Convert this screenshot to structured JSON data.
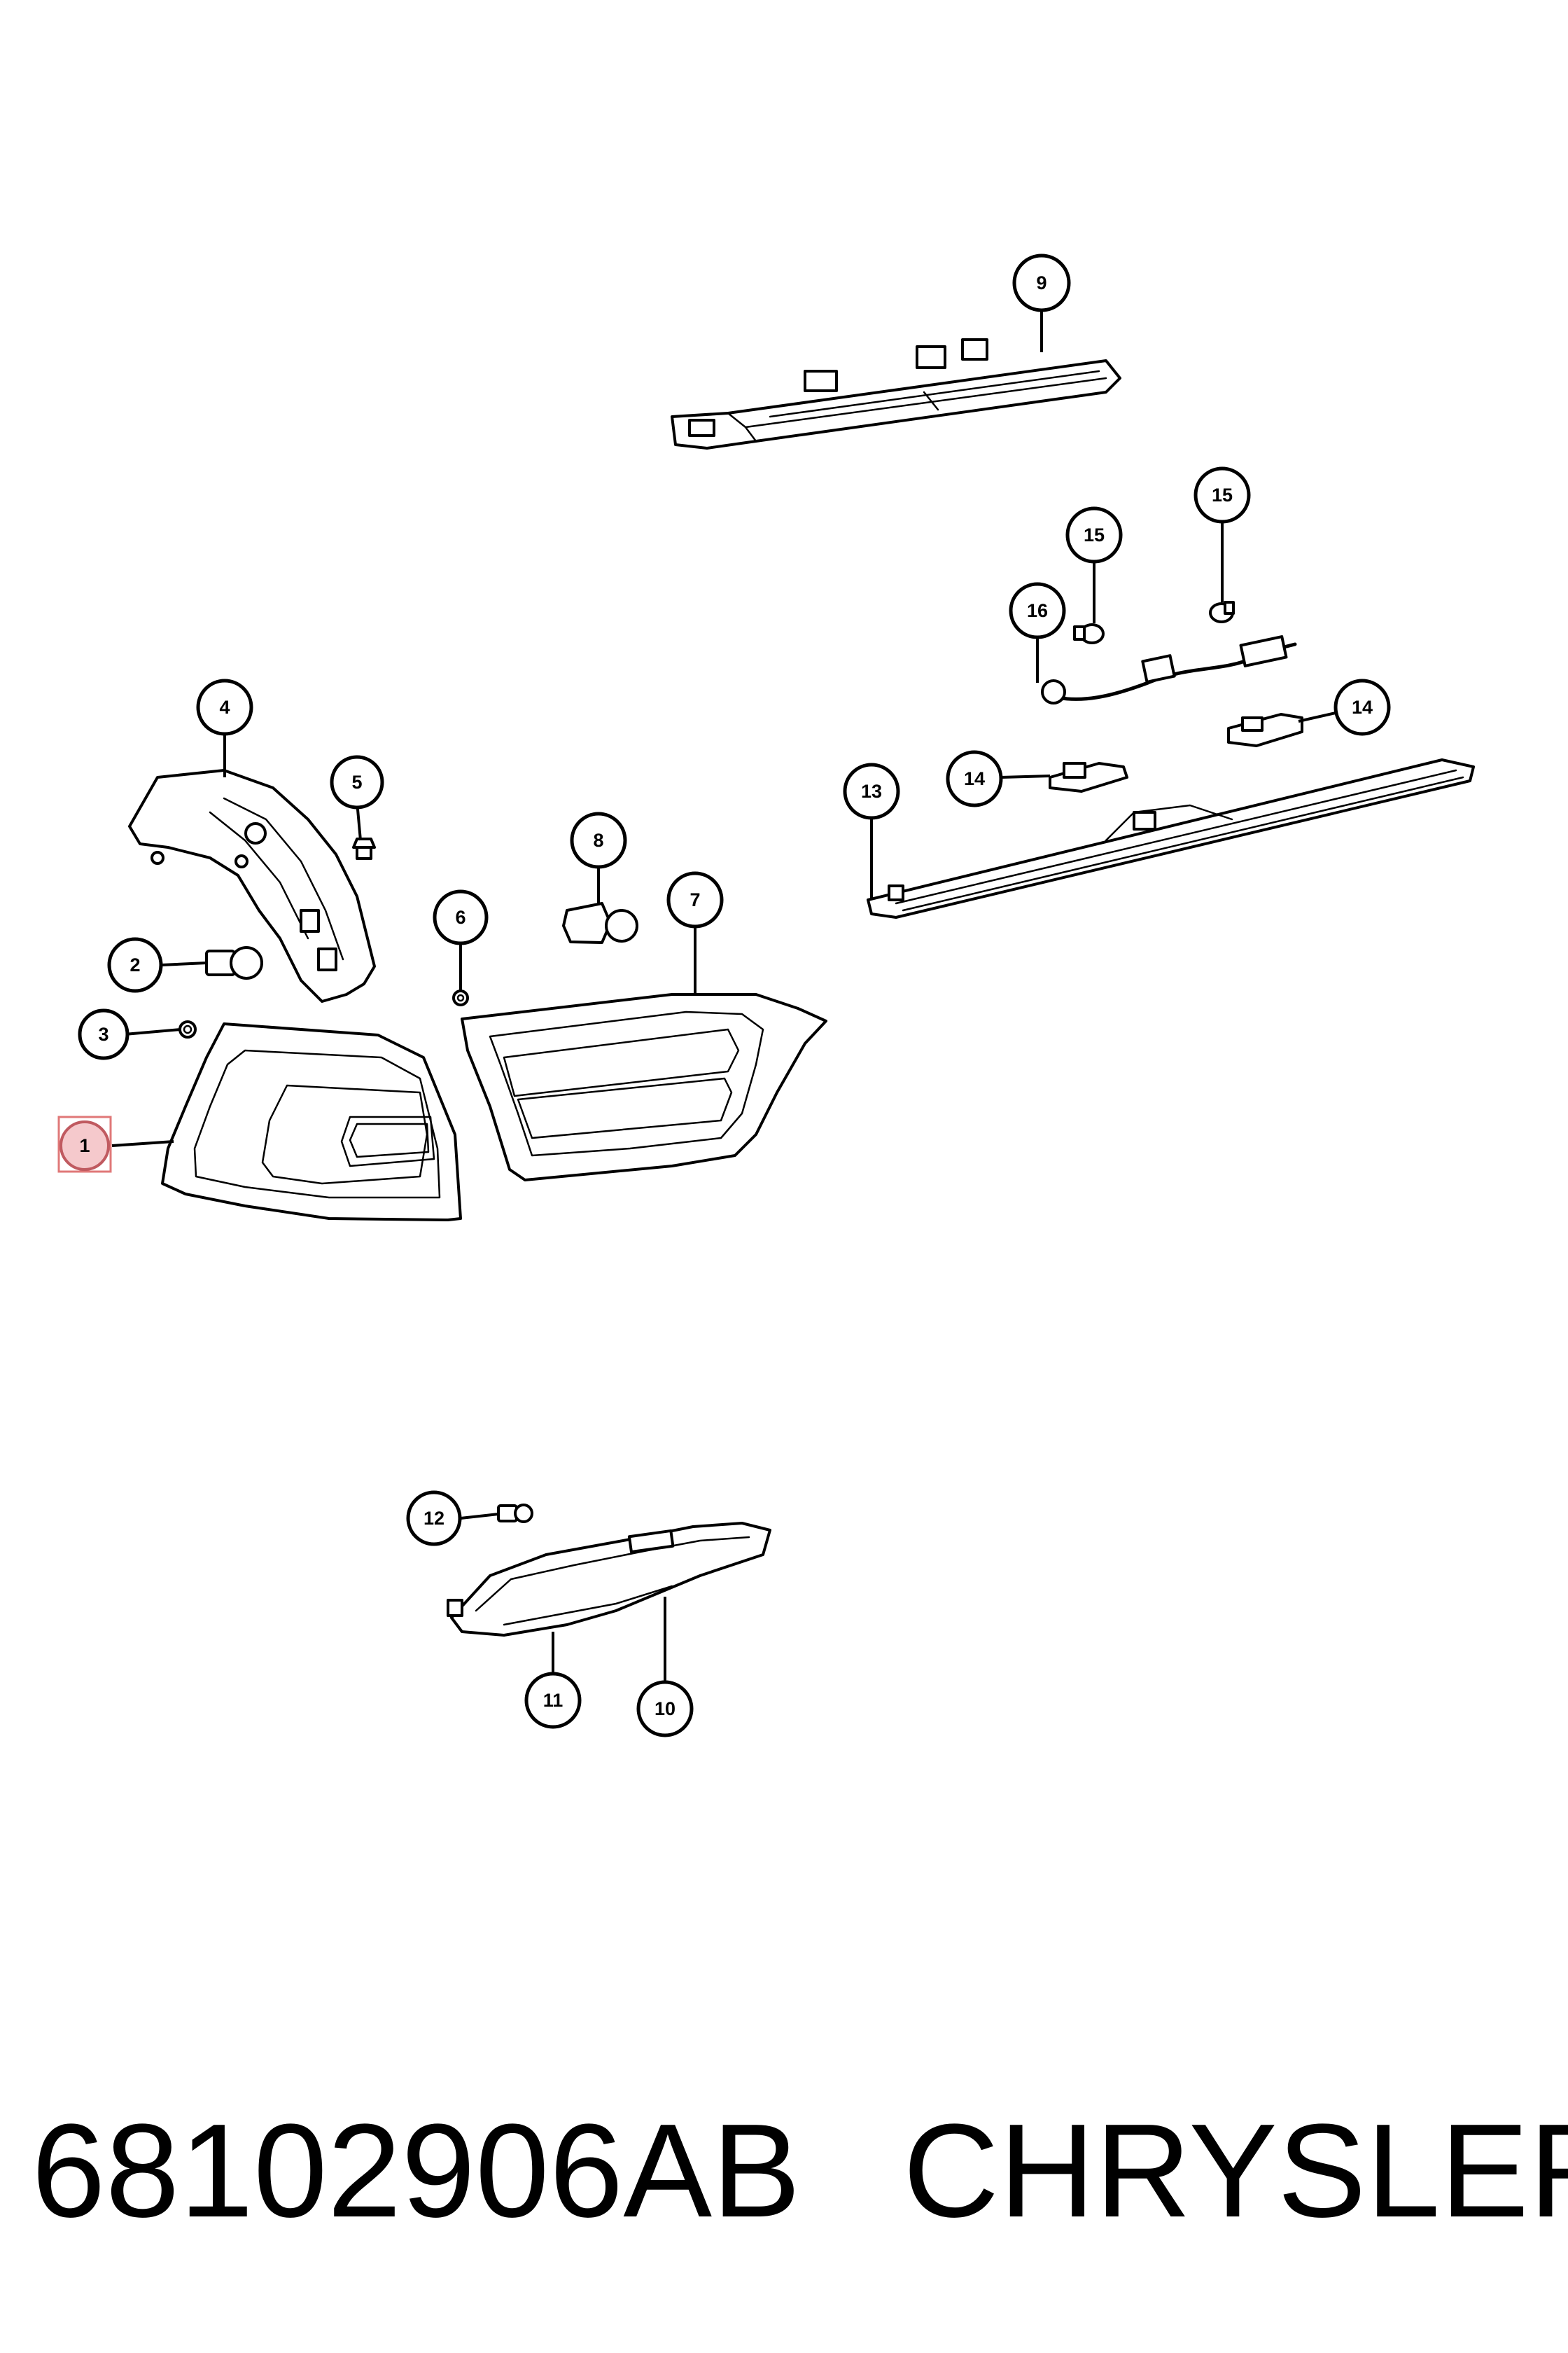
{
  "callouts": {
    "c1": "1",
    "c2": "2",
    "c3": "3",
    "c4": "4",
    "c5": "5",
    "c6": "6",
    "c7": "7",
    "c8": "8",
    "c9": "9",
    "c10": "10",
    "c11": "11",
    "c12": "12",
    "c13": "13",
    "c14a": "14",
    "c14b": "14",
    "c15a": "15",
    "c15b": "15",
    "c16": "16"
  },
  "footer": {
    "part_number": "68102906AB",
    "brand": "CHRYSLER"
  },
  "colors": {
    "highlight_fill": "#f5c9cc",
    "highlight_stroke": "#c05a60"
  }
}
